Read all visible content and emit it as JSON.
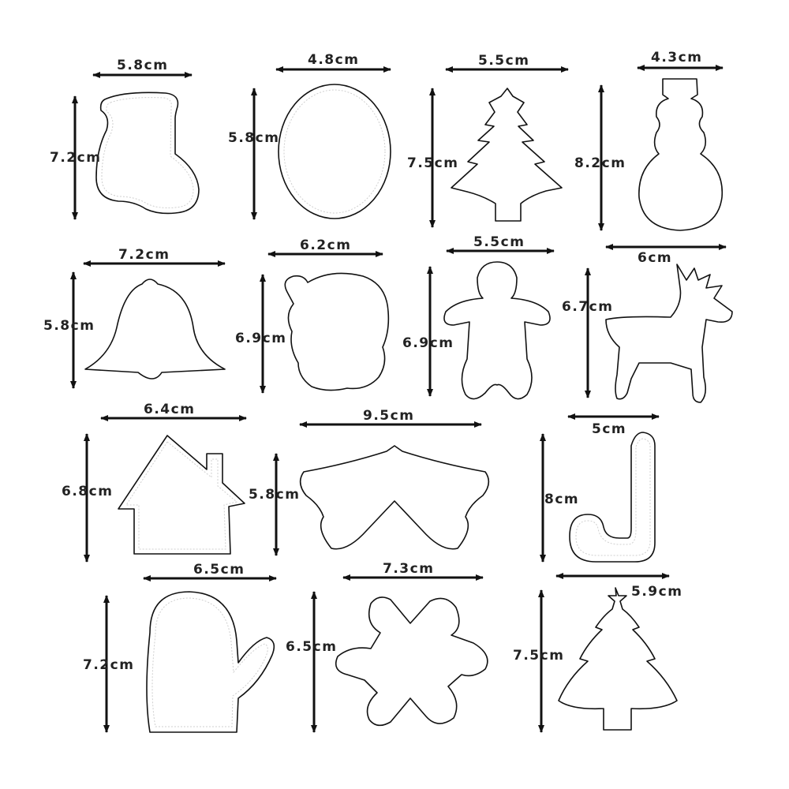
{
  "colors": {
    "outline": "#111111",
    "label": "#222222",
    "background": "#ffffff"
  },
  "shapes": [
    {
      "name": "stocking",
      "width": "5.8cm",
      "height": "7.2cm"
    },
    {
      "name": "egg",
      "width": "4.8cm",
      "height": "5.8cm"
    },
    {
      "name": "christmas-tree",
      "width": "5.5cm",
      "height": "7.5cm"
    },
    {
      "name": "snowman",
      "width": "4.3cm",
      "height": "8.2cm"
    },
    {
      "name": "bell",
      "width": "7.2cm",
      "height": "5.8cm"
    },
    {
      "name": "santa-face",
      "width": "6.2cm",
      "height": "6.9cm"
    },
    {
      "name": "gingerbread-man",
      "width": "5.5cm",
      "height": "6.9cm"
    },
    {
      "name": "reindeer",
      "width": "6cm",
      "height": "6.7cm"
    },
    {
      "name": "house",
      "width": "6.4cm",
      "height": "6.8cm"
    },
    {
      "name": "double-bell",
      "width": "9.5cm",
      "height": "5.8cm"
    },
    {
      "name": "candy-cane",
      "width": "5cm",
      "height": "8cm"
    },
    {
      "name": "mitten",
      "width": "6.5cm",
      "height": "7.2cm"
    },
    {
      "name": "snowflake",
      "width": "7.3cm",
      "height": "6.5cm"
    },
    {
      "name": "star-tree",
      "width": "5.9cm",
      "height": "7.5cm"
    }
  ]
}
